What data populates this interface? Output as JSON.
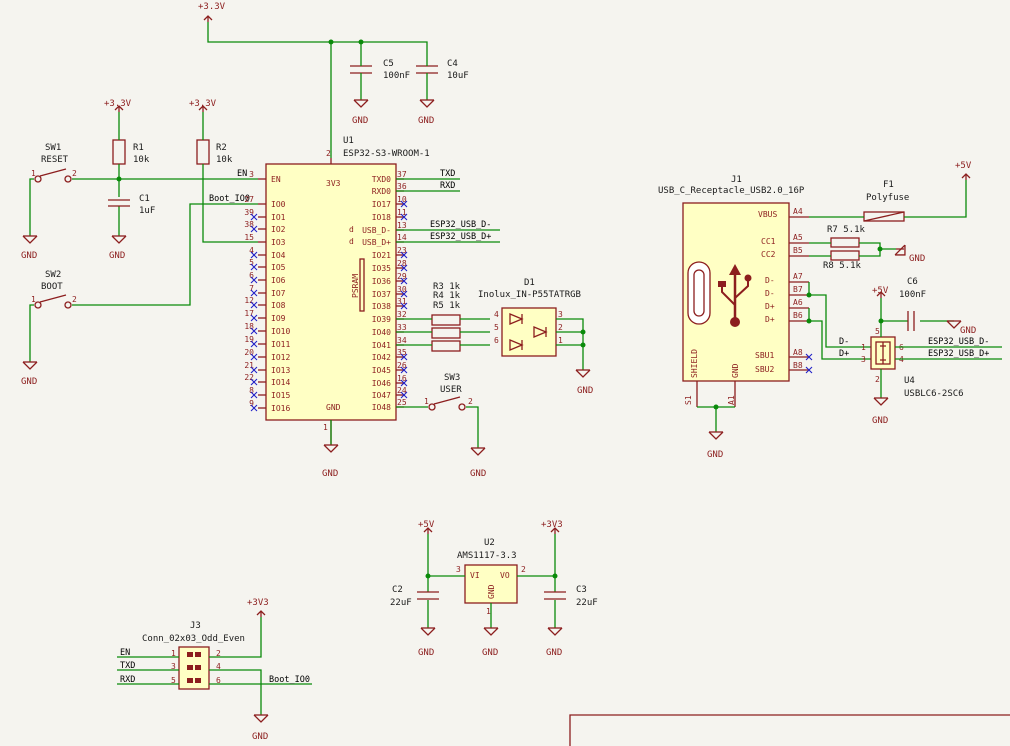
{
  "power": {
    "p33": "+3.3V",
    "p5": "+5V",
    "p3v3": "+3V3",
    "gnd": "GND"
  },
  "parts": {
    "C5": {
      "ref": "C5",
      "val": "100nF"
    },
    "C4": {
      "ref": "C4",
      "val": "10uF"
    },
    "R1": {
      "ref": "R1",
      "val": "10k"
    },
    "R2": {
      "ref": "R2",
      "val": "10k"
    },
    "C1": {
      "ref": "C1",
      "val": "1uF"
    },
    "SW1": {
      "ref": "SW1",
      "val": "RESET"
    },
    "SW2": {
      "ref": "SW2",
      "val": "BOOT"
    },
    "SW3": {
      "ref": "SW3",
      "val": "USER"
    },
    "U1": {
      "ref": "U1",
      "val": "ESP32-S3-WROOM-1"
    },
    "D1": {
      "ref": "D1",
      "val": "Inolux_IN-P55TATRGB"
    },
    "R3": "R3 1k",
    "R4": "R4 1k",
    "R5": "R5 1k",
    "J1": {
      "ref": "J1",
      "val": "USB_C_Receptacle_USB2.0_16P"
    },
    "F1": {
      "ref": "F1",
      "val": "Polyfuse"
    },
    "R7": "R7 5.1k",
    "R8": "R8 5.1k",
    "C6": {
      "ref": "C6",
      "val": "100nF"
    },
    "U4": {
      "ref": "U4",
      "val": "USBLC6-2SC6"
    },
    "U2": {
      "ref": "U2",
      "val": "AMS1117-3.3"
    },
    "C2": {
      "ref": "C2",
      "val": "22uF"
    },
    "C3": {
      "ref": "C3",
      "val": "22uF"
    },
    "J3": {
      "ref": "J3",
      "val": "Conn_02x03_Odd_Even"
    }
  },
  "u1_left": [
    "EN",
    "IO0",
    "IO1",
    "IO2",
    "IO3",
    "IO4",
    "IO5",
    "IO6",
    "IO7",
    "IO8",
    "IO9",
    "IO10",
    "IO11",
    "IO12",
    "IO13",
    "IO14",
    "IO15",
    "IO16"
  ],
  "u1_left_nums": [
    "3",
    "27",
    "39",
    "38",
    "15",
    "4",
    "5",
    "6",
    "7",
    "12",
    "17",
    "18",
    "19",
    "20",
    "21",
    "22",
    "8",
    "9"
  ],
  "u1_right": [
    "TXD0",
    "RXD0",
    "IO17",
    "IO18",
    "USB_D-",
    "USB_D+",
    "IO21",
    "IO35",
    "IO36",
    "IO37",
    "IO38",
    "IO39",
    "IO40",
    "IO41",
    "IO42",
    "IO45",
    "IO46",
    "IO47",
    "IO48"
  ],
  "u1_right_nums": [
    "37",
    "36",
    "10",
    "11",
    "13",
    "14",
    "23",
    "28",
    "29",
    "30",
    "31",
    "32",
    "33",
    "34",
    "35",
    "26",
    "16",
    "24",
    "25"
  ],
  "u1_misc": {
    "top_pin": "3V3",
    "top_num": "2",
    "gnd_pin": "GND",
    "gnd_num": "1",
    "psram": "PSRAM",
    "d_minus": "d",
    "d_plus": "d"
  },
  "nets": {
    "en": "EN",
    "txd": "TXD",
    "rxd": "RXD",
    "boot": "Boot_IO0",
    "usb_dm": "ESP32_USB_D-",
    "usb_dp": "ESP32_USB_D+",
    "dm": "D-",
    "dp": "D+"
  },
  "j1_pins": {
    "vbus": "VBUS",
    "vbus_n": "A4",
    "cc1": "CC1",
    "cc1_n": "A5",
    "cc2": "CC2",
    "cc2_n": "B5",
    "dm1": "D-",
    "dm1_n": "A7",
    "dm2": "D-",
    "dm2_n": "B7",
    "dp1": "D+",
    "dp1_n": "A6",
    "dp2": "D+",
    "dp2_n": "B6",
    "sbu1": "SBU1",
    "sbu1_n": "A8",
    "sbu2": "SBU2",
    "sbu2_n": "B8",
    "shield": "SHIELD",
    "shield_n": "S1",
    "gnd": "GND",
    "gnd_n": "A1"
  },
  "d1_pins": [
    "4",
    "5",
    "6",
    "3",
    "2",
    "1"
  ],
  "sw_pins": [
    "1",
    "2"
  ],
  "u2_pins": {
    "vi": "VI",
    "vo": "VO",
    "gnd": "GND",
    "vi_n": "3",
    "vo_n": "2",
    "gnd_n": "1"
  },
  "u4_pins": [
    "1",
    "3",
    "6",
    "4",
    "5",
    "2"
  ],
  "j3_pins": [
    "1",
    "2",
    "3",
    "4",
    "5",
    "6"
  ]
}
